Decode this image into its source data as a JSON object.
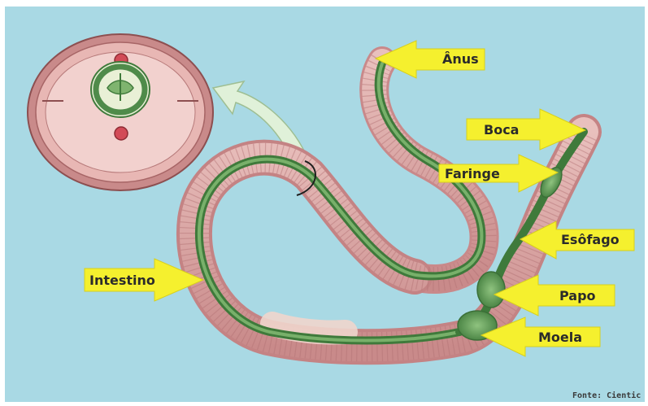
{
  "labels": {
    "anus": "Ânus",
    "mouth": "Boca",
    "pharynx": "Faringe",
    "esophagus": "Esôfago",
    "crop": "Papo",
    "gizzard": "Moela",
    "intestine": "Intestino"
  },
  "source": "Fonte: Cientic",
  "colors": {
    "background": "#a9d9e4",
    "arrow_fill": "#f5f02e",
    "body": "#dba5a4",
    "digestive_tract": "#4f8b4a"
  }
}
